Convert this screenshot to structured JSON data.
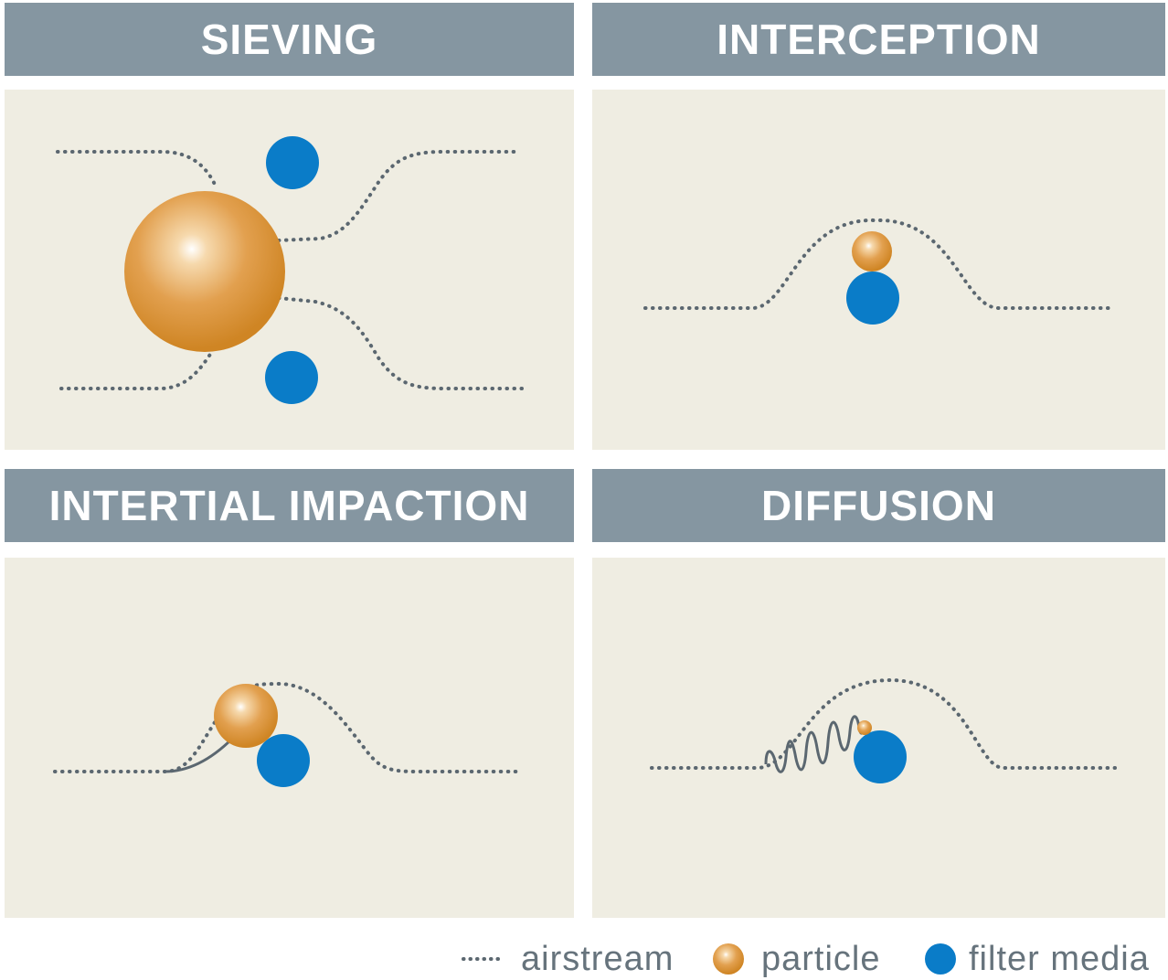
{
  "panels": {
    "sieving": {
      "title": "SIEVING"
    },
    "interception": {
      "title": "INTERCEPTION"
    },
    "inertial_impaction": {
      "title": "INTERTIAL IMPACTION"
    },
    "diffusion": {
      "title": "DIFFUSION"
    }
  },
  "legend": {
    "airstream": "airstream",
    "particle": "particle",
    "filter_media": "filter media"
  },
  "colors": {
    "header_bg": "#8596a1",
    "panel_bg": "#efede2",
    "airstream": "#5b6770",
    "particle": "#d08a27",
    "filter_media": "#0a7cc8"
  }
}
